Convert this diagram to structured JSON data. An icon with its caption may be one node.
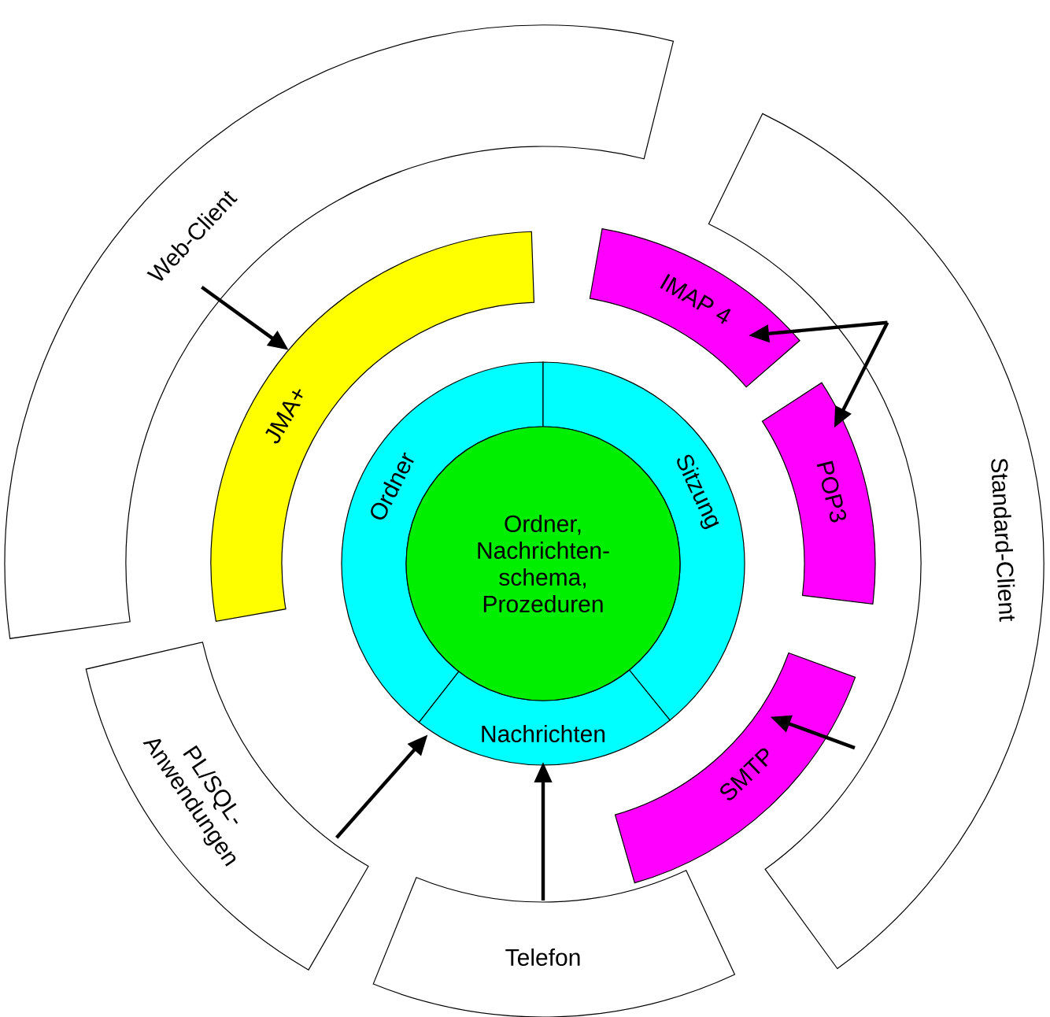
{
  "diagram": {
    "nodes": [
      {
        "text": [
          "Web-Client"
        ]
      },
      {
        "text": [
          "Standard-Client"
        ]
      },
      {
        "text": [
          "JMA+"
        ]
      },
      {
        "text": [
          "IMAP 4"
        ]
      },
      {
        "text": [
          "POP3"
        ]
      },
      {
        "text": [
          "Ordner"
        ]
      },
      {
        "text": [
          "Sitzung"
        ]
      },
      {
        "text": [
          "Ordner, Nachrichten- schema, Prozeduren"
        ]
      },
      {
        "text": [
          "Nachrichten"
        ]
      },
      {
        "text": [
          "SMTP"
        ]
      },
      {
        "text": [
          "PL/SQL- Anwendungen"
        ]
      },
      {
        "text": [
          "Telefon"
        ]
      }
    ],
    "edges": [
      {
        "from": 0,
        "to": 2,
        "arrow": "to"
      },
      {
        "from": 1,
        "to": 3,
        "arrow": "to"
      },
      {
        "from": 1,
        "to": 4,
        "arrow": "to"
      },
      {
        "from": 1,
        "to": 9,
        "arrow": "to"
      },
      {
        "from": 10,
        "to": 8,
        "arrow": "to"
      },
      {
        "from": 11,
        "to": 8,
        "arrow": "to"
      }
    ]
  }
}
